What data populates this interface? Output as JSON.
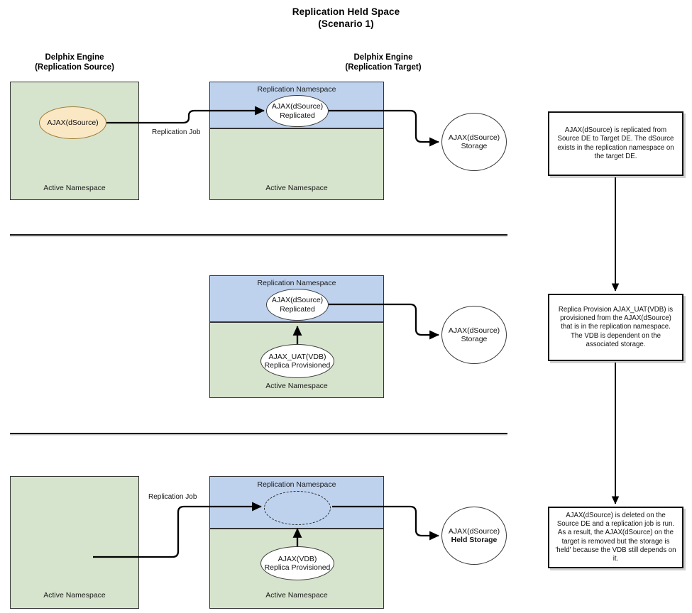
{
  "title": {
    "line1": "Replication Held Space",
    "line2": "(Scenario 1)"
  },
  "columns": {
    "source": {
      "line1": "Delphix Engine",
      "line2": "(Replication Source)"
    },
    "target": {
      "line1": "Delphix Engine",
      "line2": "(Replication Target)"
    }
  },
  "labels": {
    "active_namespace": "Active Namespace",
    "replication_namespace": "Replication Namespace",
    "replication_job": "Replication Job"
  },
  "colors": {
    "active_namespace_fill": "#d7e4cd",
    "replication_namespace_fill": "#bed2ee",
    "dsource_fill": "#fae7c4",
    "dsource_stroke": "#9b7830",
    "line": "#000000",
    "note_border": "#111111"
  },
  "rows": [
    {
      "id": "row-1",
      "source_node": {
        "line1": "AJAX(dSource)",
        "line2": ""
      },
      "target_replicated_node": {
        "line1": "AJAX(dSource)",
        "line2": "Replicated",
        "dashed": false
      },
      "target_vdb_node": null,
      "storage_node": {
        "line1": "AJAX(dSource)",
        "line2": "Storage",
        "line2_bold": false
      },
      "replication_job_label": "Replication Job",
      "note": "AJAX(dSource) is replicated from Source DE to Target DE.  The dSource exists in the replication namespace on the target DE."
    },
    {
      "id": "row-2",
      "source_node": null,
      "target_replicated_node": {
        "line1": "AJAX(dSource)",
        "line2": "Replicated",
        "dashed": false
      },
      "target_vdb_node": {
        "line1": "AJAX_UAT(VDB)",
        "line2": "Replica Provisioned"
      },
      "storage_node": {
        "line1": "AJAX(dSource)",
        "line2": "Storage",
        "line2_bold": false
      },
      "replication_job_label": "",
      "note": "Replica Provision AJAX_UAT(VDB) is provisioned from the AJAX(dSource) that is in the replication namespace.  The VDB is dependent on the associated storage."
    },
    {
      "id": "row-3",
      "source_node": null,
      "target_replicated_node": {
        "line1": "",
        "line2": "",
        "dashed": true
      },
      "target_vdb_node": {
        "line1": "AJAX(VDB)",
        "line2": "Replica Provisioned"
      },
      "storage_node": {
        "line1": "AJAX(dSource)",
        "line2": "Held Storage",
        "line2_bold": true
      },
      "replication_job_label": "Replication Job",
      "note": "AJAX(dSource) is deleted on the Source DE and a replication job is run.  As a result, the AJAX(dSource) on the target is removed but the storage is 'held' because the VDB still depends on it."
    }
  ]
}
